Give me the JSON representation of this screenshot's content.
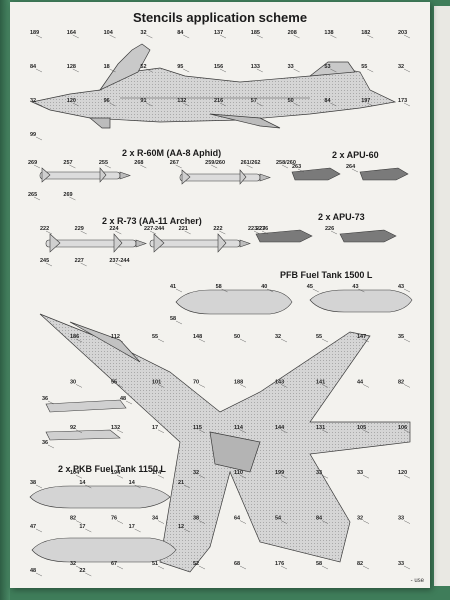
{
  "title": "Stencils application scheme",
  "sections": {
    "r60m": "2 x R-60M (AA-8 Aphid)",
    "apu60": "2 x APU-60",
    "r73": "2 x R-73 (AA-11 Archer)",
    "apu73": "2 x APU-73",
    "pfb": "PFB Fuel Tank 1500 L",
    "pkb": "2 x PKB Fuel Tank 1150 L"
  },
  "footer": "- use",
  "callouts": {
    "side": [
      "189",
      "164",
      "104",
      "32",
      "84",
      "137",
      "185",
      "208",
      "138",
      "182",
      "203",
      "84",
      "128",
      "18",
      "52",
      "95",
      "156",
      "133",
      "33",
      "53",
      "55",
      "32",
      "32",
      "120",
      "96",
      "91",
      "132",
      "216",
      "57",
      "50",
      "84",
      "197",
      "173",
      "99"
    ],
    "r60m": [
      "269",
      "257",
      "255",
      "268",
      "267",
      "259/260",
      "261/262",
      "258/260",
      "265",
      "269"
    ],
    "apu60": [
      "263",
      "264"
    ],
    "r73": [
      "222",
      "229",
      "224",
      "227-244",
      "221",
      "222",
      "223-236",
      "245",
      "227",
      "237-244"
    ],
    "apu73": [
      "227",
      "226"
    ],
    "pfb": [
      "41",
      "58",
      "40",
      "45",
      "43",
      "43",
      "58"
    ],
    "top": [
      "186",
      "112",
      "55",
      "148",
      "50",
      "32",
      "55",
      "147",
      "35",
      "30",
      "55",
      "101",
      "70",
      "188",
      "143",
      "141",
      "44",
      "82",
      "92",
      "132",
      "17",
      "115",
      "114",
      "144",
      "131",
      "105",
      "106",
      "104",
      "194",
      "174",
      "32",
      "110",
      "199",
      "33",
      "33",
      "120",
      "82",
      "76",
      "34",
      "38",
      "64",
      "54",
      "84",
      "32",
      "33",
      "32",
      "67",
      "51",
      "52",
      "68",
      "176",
      "58",
      "82",
      "33"
    ],
    "small": [
      "36",
      "48",
      "36"
    ],
    "pkb": [
      "38",
      "14",
      "14",
      "21",
      "47",
      "17",
      "17",
      "12",
      "48",
      "22"
    ]
  }
}
